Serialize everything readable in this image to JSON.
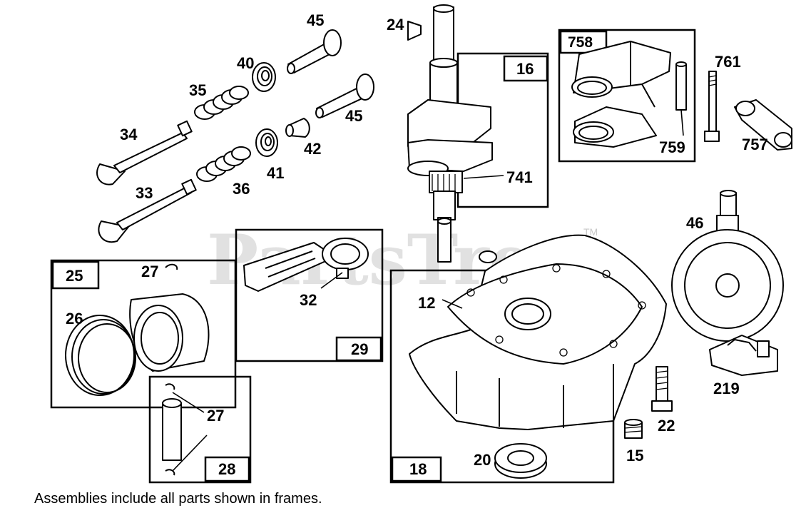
{
  "watermark": {
    "text": "PartsTree",
    "trademark": "TM"
  },
  "footer": {
    "note": "Assemblies include all parts shown in frames."
  },
  "labels": {
    "p45a": "45",
    "p24": "24",
    "p758": "758",
    "p16": "16",
    "p40": "40",
    "p761": "761",
    "p35": "35",
    "p45b": "45",
    "p34": "34",
    "p42": "42",
    "p759": "759",
    "p757": "757",
    "p41": "41",
    "p741": "741",
    "p33": "33",
    "p36": "36",
    "p46": "46",
    "p25": "25",
    "p27a": "27",
    "p32": "32",
    "p12": "12",
    "p26": "26",
    "p29": "29",
    "p219": "219",
    "p27b": "27",
    "p22": "22",
    "p20": "20",
    "p15": "15",
    "p28": "28",
    "p18": "18"
  },
  "colors": {
    "ink": "#000000",
    "paper": "#ffffff",
    "watermark": "#c9c9c9"
  }
}
